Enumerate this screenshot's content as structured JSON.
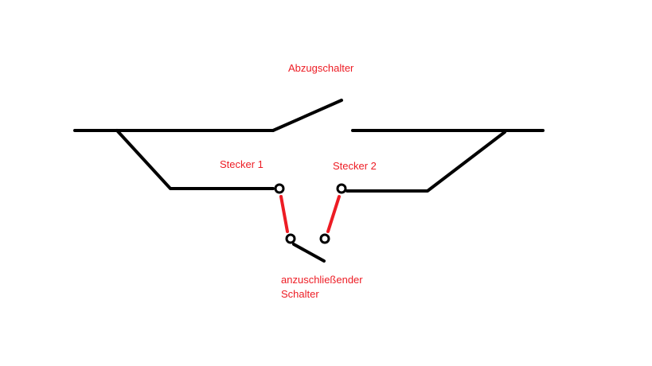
{
  "colors": {
    "wire": "#000000",
    "connection": "#ed1c24",
    "label": "#ed1c24",
    "background": "#ffffff"
  },
  "labels": {
    "pull_switch": "Abzugschalter",
    "plug_1": "Stecker 1",
    "plug_2": "Stecker 2",
    "switch_to_connect_line1": "anzuschließender",
    "switch_to_connect_line2": "Schalter"
  }
}
